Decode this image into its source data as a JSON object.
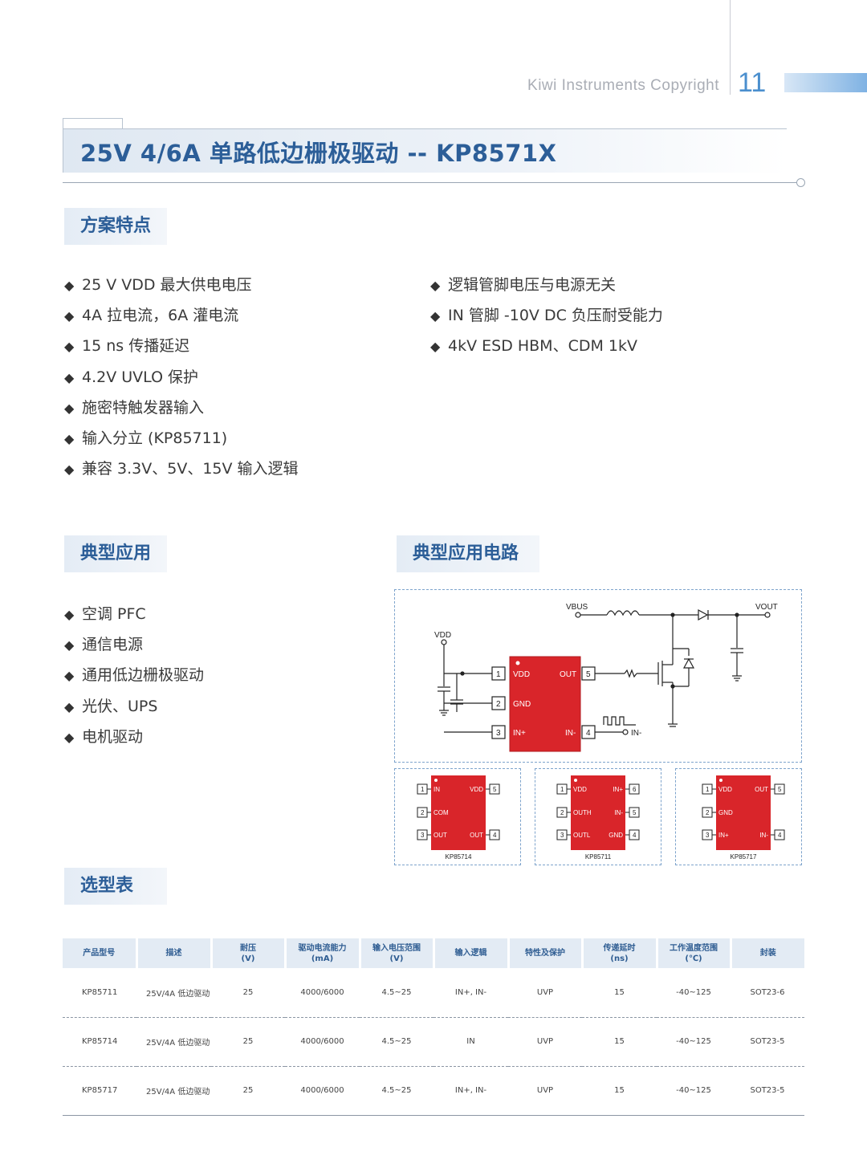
{
  "header": {
    "copyright": "Kiwi Instruments Copyright",
    "page_number": "11"
  },
  "title": "25V 4/6A 单路低边栅极驱动 -- KP8571X",
  "features": {
    "heading": "方案特点",
    "left": [
      "25 V  VDD 最大供电电压",
      "4A 拉电流，6A 灌电流",
      "15 ns 传播延迟",
      "4.2V UVLO 保护",
      "施密特触发器输入",
      "输入分立 (KP85711)",
      "兼容 3.3V、5V、15V 输入逻辑"
    ],
    "right": [
      "逻辑管脚电压与电源无关",
      "IN 管脚 -10V DC 负压耐受能力",
      "4kV ESD HBM、CDM 1kV"
    ]
  },
  "applications": {
    "heading": "典型应用",
    "items": [
      "空调 PFC",
      "通信电源",
      "通用低边栅极驱动",
      "光伏、UPS",
      "电机驱动"
    ]
  },
  "circuit": {
    "heading": "典型应用电路",
    "labels": {
      "vdd": "VDD",
      "vbus": "VBUS",
      "vout": "VOUT",
      "in_minus": "IN-"
    },
    "chip_pins": {
      "p1": "VDD",
      "p2": "GND",
      "p3": "IN+",
      "p4": "IN-",
      "p5": "OUT"
    },
    "packages": [
      {
        "name": "KP85714",
        "left_pins": [
          "IN",
          "COM",
          "OUT"
        ],
        "right_pins": [
          "VDD",
          "OUT"
        ],
        "right_nums": [
          "5",
          "4"
        ]
      },
      {
        "name": "KP85711",
        "left_pins": [
          "VDD",
          "OUTH",
          "OUTL"
        ],
        "right_pins": [
          "IN+",
          "IN-",
          "GND"
        ],
        "right_nums": [
          "6",
          "5",
          "4"
        ]
      },
      {
        "name": "KP85717",
        "left_pins": [
          "VDD",
          "GND",
          "IN+"
        ],
        "right_pins": [
          "OUT",
          "IN-"
        ],
        "right_nums": [
          "5",
          "4"
        ]
      }
    ],
    "colors": {
      "chip": "#d9252a",
      "wire": "#222222",
      "frame": "#7da3cc"
    }
  },
  "selection": {
    "heading": "选型表",
    "columns": [
      [
        "产品型号",
        ""
      ],
      [
        "描述",
        ""
      ],
      [
        "耐压",
        "(V)"
      ],
      [
        "驱动电流能力",
        "(mA)"
      ],
      [
        "输入电压范围",
        "(V)"
      ],
      [
        "输入逻辑",
        ""
      ],
      [
        "特性及保护",
        ""
      ],
      [
        "传递延时",
        "(ns)"
      ],
      [
        "工作温度范围",
        "(℃)"
      ],
      [
        "封装",
        ""
      ]
    ],
    "rows": [
      [
        "KP85711",
        "25V/4A 低边驱动",
        "25",
        "4000/6000",
        "4.5~25",
        "IN+, IN-",
        "UVP",
        "15",
        "-40~125",
        "SOT23-6"
      ],
      [
        "KP85714",
        "25V/4A 低边驱动",
        "25",
        "4000/6000",
        "4.5~25",
        "IN",
        "UVP",
        "15",
        "-40~125",
        "SOT23-5"
      ],
      [
        "KP85717",
        "25V/4A 低边驱动",
        "25",
        "4000/6000",
        "4.5~25",
        "IN+, IN-",
        "UVP",
        "15",
        "-40~125",
        "SOT23-5"
      ]
    ]
  },
  "theme": {
    "accent": "#2c5e98",
    "header_blue": "#4b8fce",
    "table_header_bg": "#e3ebf4"
  }
}
